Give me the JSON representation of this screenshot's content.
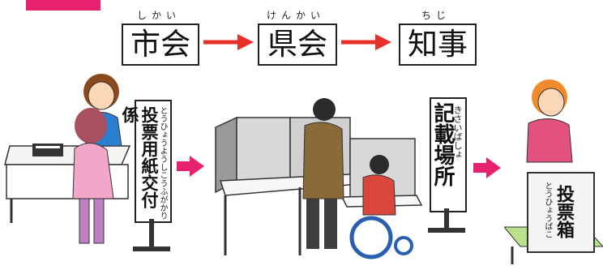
{
  "flow": {
    "steps": [
      {
        "label": "市会",
        "ruby": "しかい"
      },
      {
        "label": "県会",
        "ruby": "けんかい"
      },
      {
        "label": "知事",
        "ruby": "ちじ"
      }
    ]
  },
  "signs": {
    "issue_desk": {
      "label": "投票用紙交付係",
      "ruby": "とうひょうようしこうふがかり"
    },
    "writing_area": {
      "label": "記載場所",
      "ruby": "きさいばしょ"
    },
    "ballot_box": {
      "label": "投票箱",
      "ruby": "とうひょうばこ"
    }
  },
  "colors": {
    "accent": "#e6226f",
    "arrow_red": "#e8302a"
  }
}
